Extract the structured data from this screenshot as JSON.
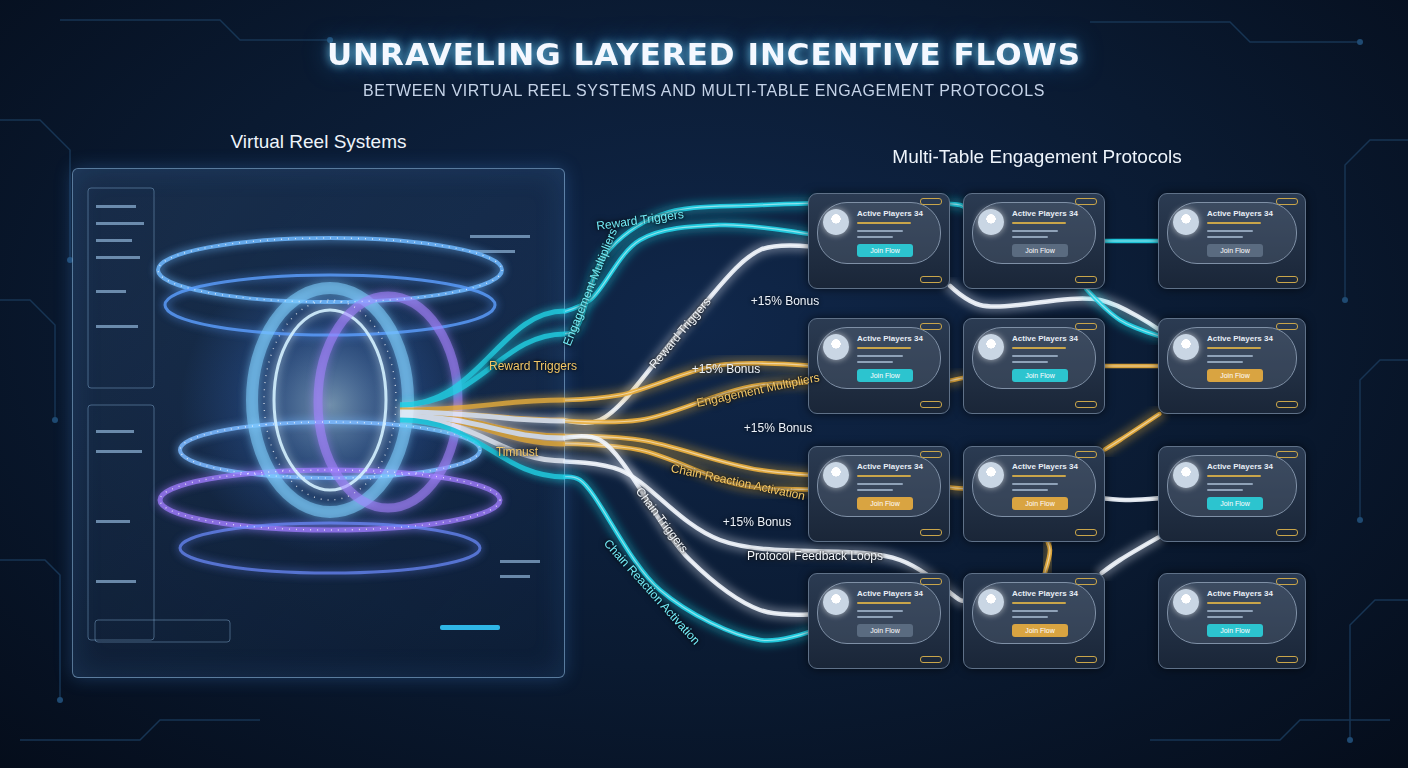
{
  "diagram": {
    "title": "UNRAVELING LAYERED INCENTIVE FLOWS",
    "nodes": [
      {
        "text": [
          "Virtual Reel Systems"
        ]
      },
      {
        "text": [
          "Active Players 34",
          "Join Flow"
        ]
      },
      {
        "text": [
          "Active Players 34",
          "Join Flow"
        ]
      },
      {
        "text": [
          "Active Players 34",
          "Join Flow"
        ]
      },
      {
        "text": [
          "Active Players 34",
          "Join Flow"
        ]
      },
      {
        "text": [
          "Active Players 34",
          "Join Flow"
        ]
      },
      {
        "text": [
          "Active Players 34",
          "Join Flow"
        ]
      },
      {
        "text": [
          "Active Players 34",
          "Join Flow"
        ]
      },
      {
        "text": [
          "Active Players 34",
          "Join Flow"
        ]
      },
      {
        "text": [
          "Active Players 34",
          "Join Flow"
        ]
      },
      {
        "text": [
          "Active Players 34",
          "Join Flow"
        ]
      },
      {
        "text": [
          "Active Players 34",
          "Join Flow"
        ]
      },
      {
        "text": [
          "Active Players 34",
          "Join Flow"
        ]
      }
    ],
    "edges": [
      {
        "from": 0,
        "to": 1,
        "arrow": "none",
        "label": "Reward Triggers"
      },
      {
        "from": 0,
        "to": 2,
        "arrow": "none",
        "label": "Engagement Multipliers"
      },
      {
        "from": 0,
        "to": 1,
        "arrow": "none",
        "label": "Reward Triggers"
      },
      {
        "from": 2,
        "to": 3,
        "arrow": "none"
      },
      {
        "from": 1,
        "to": 6,
        "arrow": "none"
      },
      {
        "from": 2,
        "to": 6,
        "arrow": "none"
      },
      {
        "from": 0,
        "to": 4,
        "arrow": "none",
        "label": "Reward Triggers"
      },
      {
        "from": 0,
        "to": 5,
        "arrow": "none",
        "label": "Engagement Multipliers"
      },
      {
        "from": 5,
        "to": 6,
        "arrow": "none"
      },
      {
        "from": 0,
        "to": 7,
        "arrow": "none",
        "label": "Timnust"
      },
      {
        "from": 0,
        "to": 8,
        "arrow": "none",
        "label": "Chain Reaction Activation"
      },
      {
        "from": 8,
        "to": 6,
        "arrow": "none"
      },
      {
        "from": 8,
        "to": 11,
        "arrow": "none"
      },
      {
        "from": 8,
        "to": 9,
        "arrow": "none"
      },
      {
        "from": 0,
        "to": 10,
        "arrow": "none",
        "label": "Chain Triggers"
      },
      {
        "from": 0,
        "to": 11,
        "arrow": "none",
        "label": "Protocol Feedback Loops"
      },
      {
        "from": 0,
        "to": 10,
        "arrow": "none",
        "label": "Chain Reaction Activation"
      },
      {
        "from": 11,
        "to": 9,
        "arrow": "none"
      }
    ],
    "labels": [
      "BETWEEN VIRTUAL REEL SYSTEMS AND MULTI-TABLE ENGAGEMENT PROTOCOLS",
      "Multi-Table Engagement Protocols",
      "+15% Bonus",
      "+15% Bonus",
      "+15% Bonus",
      "+15% Bonus"
    ]
  }
}
